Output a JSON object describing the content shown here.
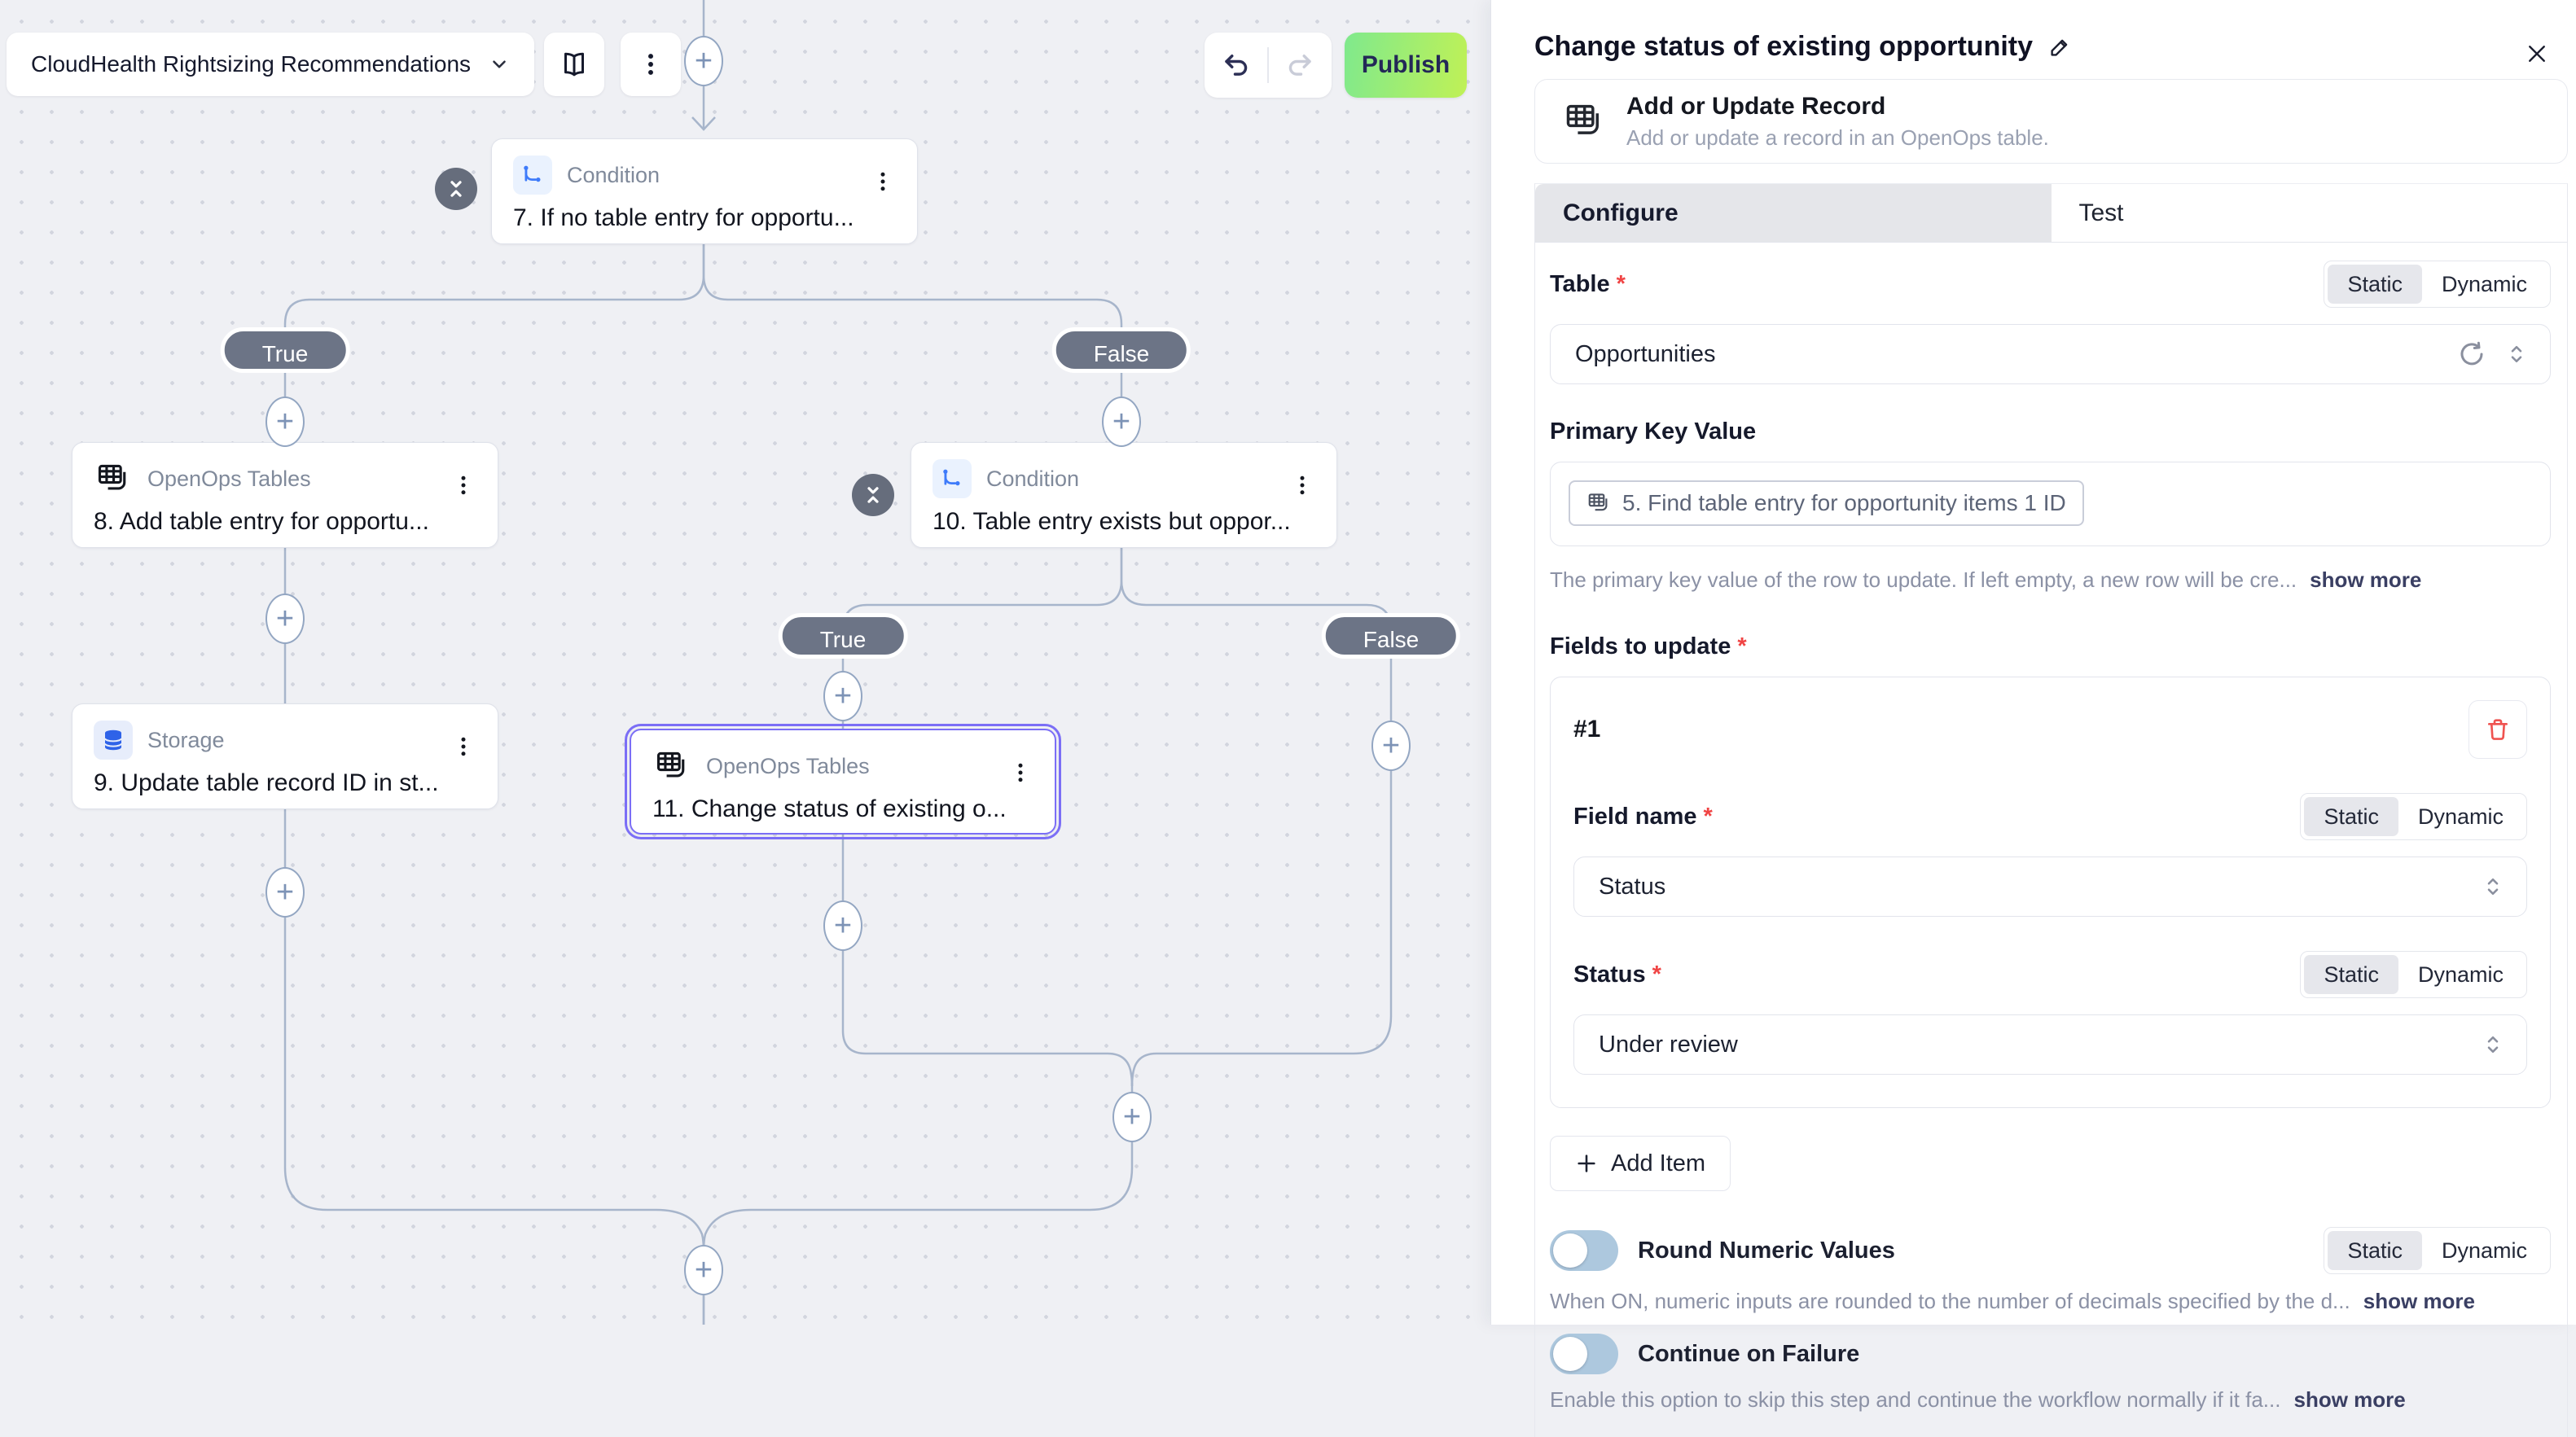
{
  "header": {
    "workflow_name": "CloudHealth Rightsizing Recommendations",
    "publish_label": "Publish"
  },
  "canvas": {
    "branch_labels": [
      "True",
      "False",
      "True",
      "False"
    ],
    "nodes": [
      {
        "type_label": "Condition",
        "title": "7. If no table entry for opportu..."
      },
      {
        "type_label": "OpenOps Tables",
        "title": "8. Add table entry for opportu..."
      },
      {
        "type_label": "Condition",
        "title": "10. Table entry exists but oppor..."
      },
      {
        "type_label": "Storage",
        "title": "9. Update table record ID in st..."
      },
      {
        "type_label": "OpenOps Tables",
        "title": "11. Change status of existing o..."
      }
    ]
  },
  "panel": {
    "title": "Change status of existing opportunity",
    "required_marker": "*",
    "action": {
      "name": "Add or Update Record",
      "description": "Add or update a record in an OpenOps table."
    },
    "tabs": {
      "configure": "Configure",
      "test": "Test"
    },
    "toggle_labels": {
      "static": "Static",
      "dynamic": "Dynamic"
    },
    "table_field": {
      "label": "Table",
      "value": "Opportunities"
    },
    "primary_key": {
      "label": "Primary Key Value",
      "chip": "5. Find table entry for opportunity items 1 ID",
      "helper": "The primary key value of the row to update. If left empty, a new row will be cre...",
      "show_more": "show more"
    },
    "fields_to_update": {
      "label": "Fields to update",
      "item_index": "#1",
      "field_name": {
        "label": "Field name",
        "value": "Status"
      },
      "status": {
        "label": "Status",
        "value": "Under review"
      },
      "add_item": "Add Item"
    },
    "round_numeric": {
      "label": "Round Numeric Values",
      "helper": "When ON, numeric inputs are rounded to the number of decimals specified by the d...",
      "show_more": "show more"
    },
    "continue_on_failure": {
      "label": "Continue on Failure",
      "helper": "Enable this option to skip this step and continue the workflow normally if it fa...",
      "show_more": "show more"
    },
    "colors": {
      "accent_green": "#b9f15e",
      "selected_purple": "#7b6ef6",
      "toggle_track": "#adc8de"
    }
  }
}
